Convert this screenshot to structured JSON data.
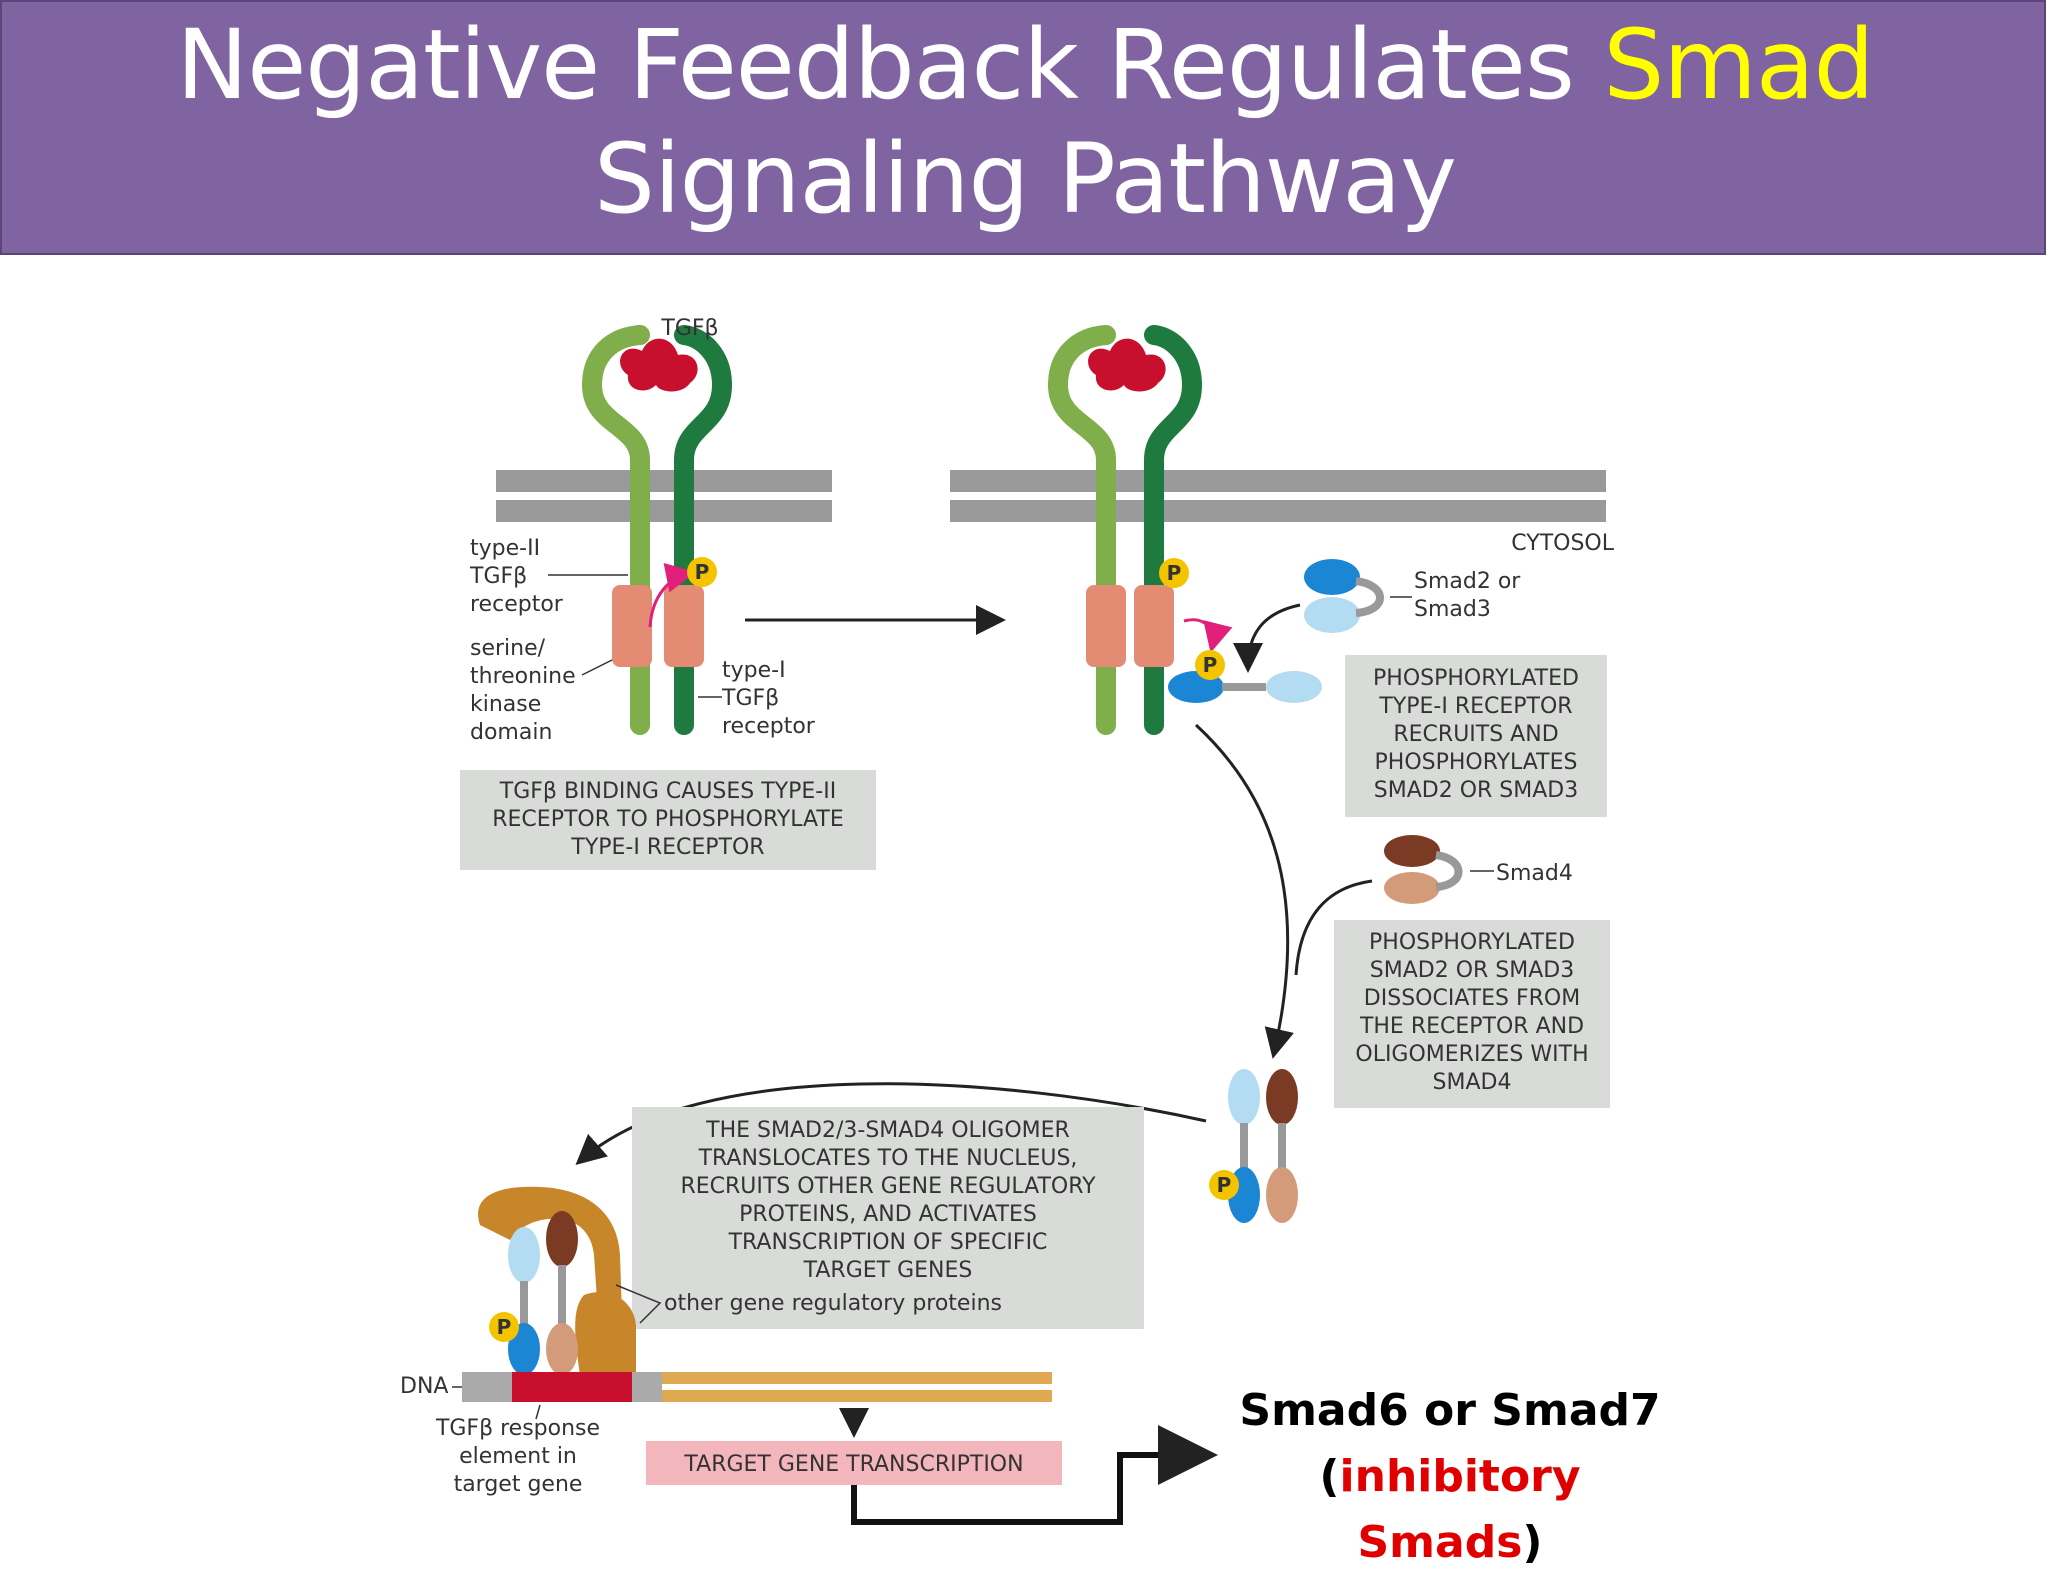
{
  "title": {
    "line1_prefix": "Negative Feedback Regulates ",
    "line1_highlight": "Smad",
    "line2": "Signaling Pathway",
    "highlight_color": "#ffff00",
    "banner_color": "#8064a2"
  },
  "diagram": {
    "ligand_label": "TGFβ",
    "type2_receptor_label": [
      "type-II",
      "TGFβ",
      "receptor"
    ],
    "kinase_label": [
      "serine/",
      "threonine",
      "kinase",
      "domain"
    ],
    "type1_receptor_label": [
      "type-I",
      "TGFβ",
      "receptor"
    ],
    "cytosol_label": "CYTOSOL",
    "smad23_label": [
      "Smad2 or",
      "Smad3"
    ],
    "smad4_label": "Smad4",
    "phospho_label": "P",
    "step1_caption": [
      "TGFβ BINDING CAUSES TYPE-II",
      "RECEPTOR TO PHOSPHORYLATE",
      "TYPE-I RECEPTOR"
    ],
    "step2_caption": [
      "PHOSPHORYLATED",
      "TYPE-I RECEPTOR",
      "RECRUITS AND",
      "PHOSPHORYLATES",
      "SMAD2 OR SMAD3"
    ],
    "step3_caption": [
      "PHOSPHORYLATED",
      "SMAD2 OR SMAD3",
      "DISSOCIATES FROM",
      "THE RECEPTOR AND",
      "OLIGOMERIZES WITH",
      "SMAD4"
    ],
    "step4_caption": [
      "THE SMAD2/3-SMAD4 OLIGOMER",
      "TRANSLOCATES TO THE NUCLEUS,",
      "RECRUITS OTHER GENE REGULATORY",
      "PROTEINS, AND ACTIVATES",
      "TRANSCRIPTION OF SPECIFIC",
      "TARGET GENES"
    ],
    "other_proteins_label": "other gene regulatory proteins",
    "dna_label": "DNA",
    "response_element_label": [
      "TGFβ response",
      "element in",
      "target gene"
    ],
    "transcription_label": "TARGET GENE TRANSCRIPTION"
  },
  "note": {
    "line1": "Smad6 or Smad7",
    "line2_open": "(",
    "line2_red": "inhibitory Smads",
    "line2_close": ")"
  }
}
